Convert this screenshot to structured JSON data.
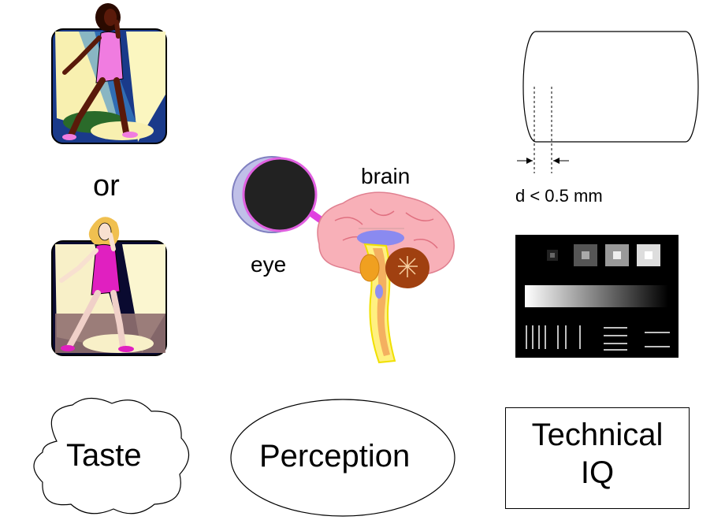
{
  "labels": {
    "or": "or",
    "brain": "brain",
    "eye": "eye",
    "dimension": "d < 0.5 mm"
  },
  "concepts": {
    "taste": "Taste",
    "perception": "Perception",
    "technical_line1": "Technical",
    "technical_line2": "IQ"
  },
  "colors": {
    "woman1_dress": "#f07ce0",
    "woman1_skin": "#5a1a0a",
    "woman2_dress": "#e020c0",
    "woman2_hair": "#f0c050",
    "brain_pink": "#f8b0b8",
    "cerebellum": "#a04010",
    "eye_blue": "#8080f0"
  },
  "icons": [
    "woman-dark-dress-icon",
    "woman-blonde-dress-icon",
    "eye-icon",
    "brain-icon",
    "cylinder-icon",
    "test-pattern-icon"
  ]
}
